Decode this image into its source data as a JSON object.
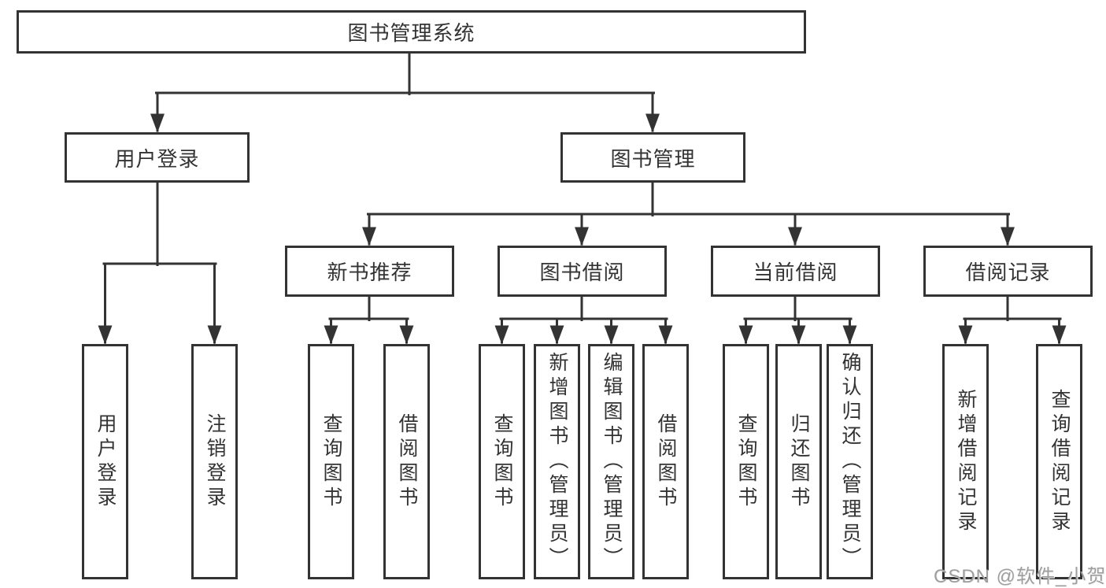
{
  "colors": {
    "line": "#333333",
    "text": "#333333",
    "box_fill": "#ffffff",
    "watermark": "#9e9e9e",
    "background": "#ffffff"
  },
  "tree": {
    "root": "图书管理系统",
    "branches": [
      {
        "label": "用户登录",
        "leaves": [
          "用户登录",
          "注销登录"
        ]
      },
      {
        "label": "图书管理",
        "groups": [
          {
            "label": "新书推荐",
            "leaves": [
              "查询图书",
              "借阅图书"
            ]
          },
          {
            "label": "图书借阅",
            "leaves": [
              "查询图书",
              "新增图书（管理员）",
              "编辑图书（管理员）",
              "借阅图书"
            ]
          },
          {
            "label": "当前借阅",
            "leaves": [
              "查询图书",
              "归还图书",
              "确认归还（管理员）"
            ]
          },
          {
            "label": "借阅记录",
            "leaves": [
              "新增借阅记录",
              "查询借阅记录"
            ]
          }
        ]
      }
    ]
  },
  "watermark": {
    "text": "CSDN @软件_小贺同学"
  }
}
